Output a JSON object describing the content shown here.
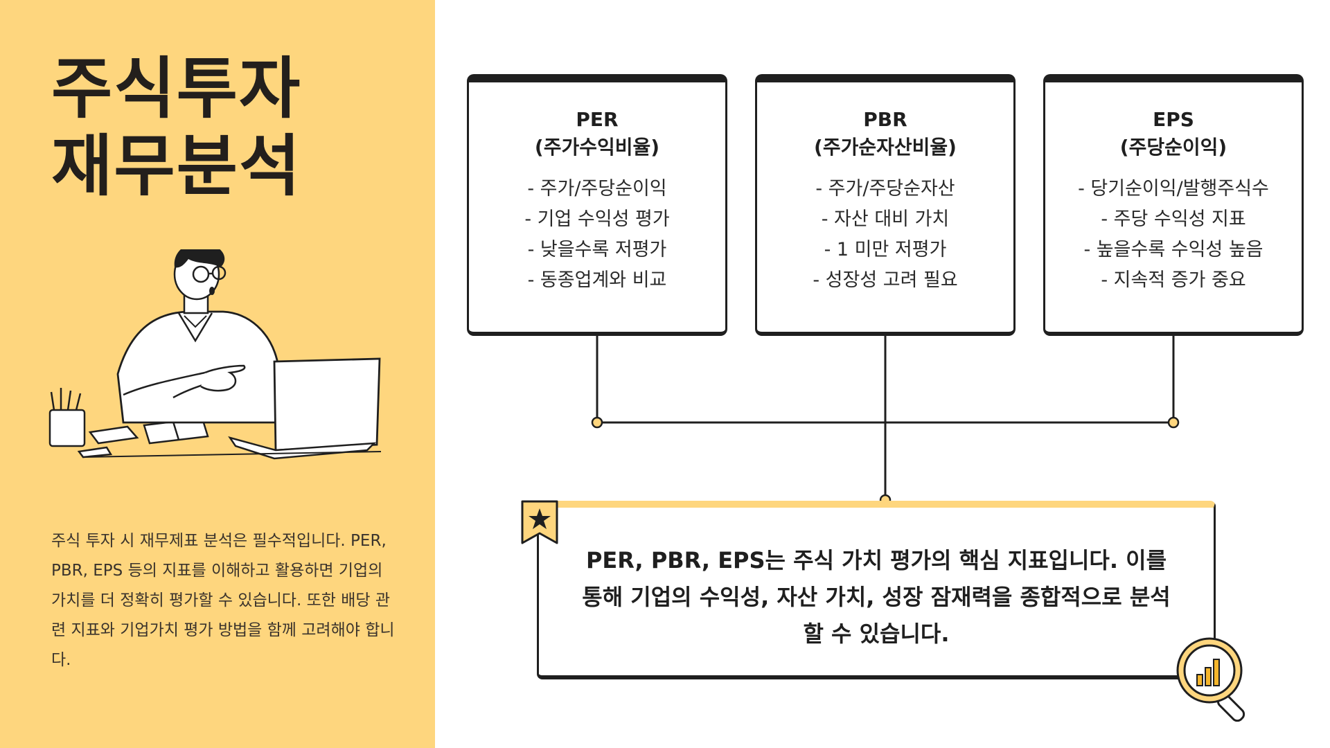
{
  "title": {
    "line1": "주식투자",
    "line2": "재무분석"
  },
  "intro_text": "주식 투자 시 재무제표 분석은 필수적입니다. PER, PBR, EPS 등의 지표를 이해하고 활용하면 기업의 가치를 더 정확히 평가할 수 있습니다. 또한 배당 관련 지표와 기업가치 평가 방법을 함께 고려해야 합니다.",
  "cards": [
    {
      "title": "PER",
      "subtitle": "(주가수익비율)",
      "items": [
        "- 주가/주당순이익",
        "- 기업 수익성 평가",
        "- 낮을수록 저평가",
        "- 동종업계와 비교"
      ]
    },
    {
      "title": "PBR",
      "subtitle": "(주가순자산비율)",
      "items": [
        "- 주가/주당순자산",
        "- 자산 대비 가치",
        "- 1 미만 저평가",
        "- 성장성 고려 필요"
      ]
    },
    {
      "title": "EPS",
      "subtitle": "(주당순이익)",
      "items": [
        "- 당기순이익/발행주식수",
        "- 주당 수익성 지표",
        "- 높을수록 수익성 높음",
        "- 지속적 증가 중요"
      ]
    }
  ],
  "summary": {
    "text": "PER, PBR, EPS는 주식 가치 평가의 핵심 지표입니다. 이를 통해 기업의 수익성, 자산 가치, 성장 잠재력을 종합적으로 분석할 수 있습니다."
  },
  "icons": {
    "badge": "star-icon",
    "magnifier": "magnifier-chart-icon",
    "illustration": "man-with-laptop-illustration"
  },
  "colors": {
    "accent": "#fed67e",
    "dark": "#1f1f1f",
    "background": "#ffffff"
  }
}
